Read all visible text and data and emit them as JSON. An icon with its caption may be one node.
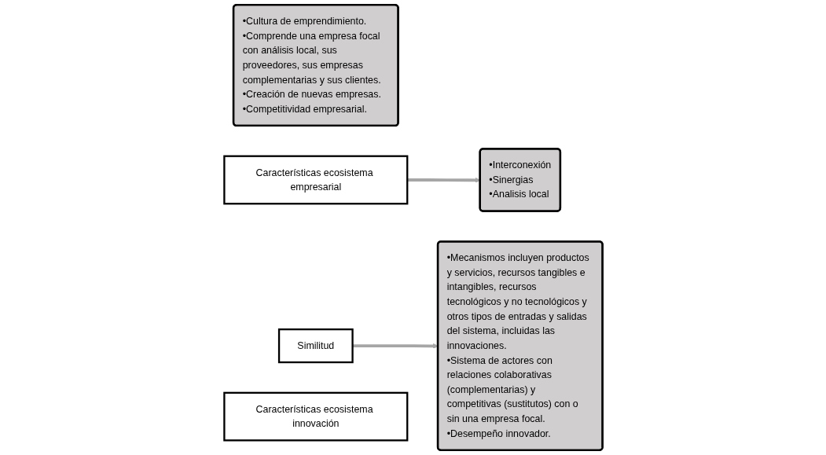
{
  "diagram": {
    "nodes": [
      {
        "text": [
          "•Cultura de emprendimiento.",
          "•Comprende una empresa focal con análisis local, sus proveedores, sus empresas complementarias y sus clientes.",
          "•Creación de nuevas empresas.",
          "•Competitividad empresarial."
        ]
      },
      {
        "text": [
          "Características ecosistema empresarial"
        ]
      },
      {
        "text": [
          "•Interconexión",
          "•Sinergias",
          "•Analisis local"
        ]
      },
      {
        "text": [
          "Similitud"
        ]
      },
      {
        "text": [
          "•Mecanismos incluyen productos y servicios, recursos tangibles e intangibles, recursos tecnológicos y no tecnológicos y otros tipos de entradas y salidas del sistema, incluidas las innovaciones.",
          "•Sistema de actores con relaciones colaborativas (complementarias) y competitivas (sustitutos) con o sin una empresa focal.",
          "•Desempeño innovador."
        ]
      },
      {
        "text": [
          "Características ecosistema innovación"
        ]
      }
    ],
    "edges": [
      {
        "from": 1,
        "to": 2,
        "arrow": "to"
      },
      {
        "from": 3,
        "to": 4,
        "arrow": "to"
      }
    ]
  }
}
